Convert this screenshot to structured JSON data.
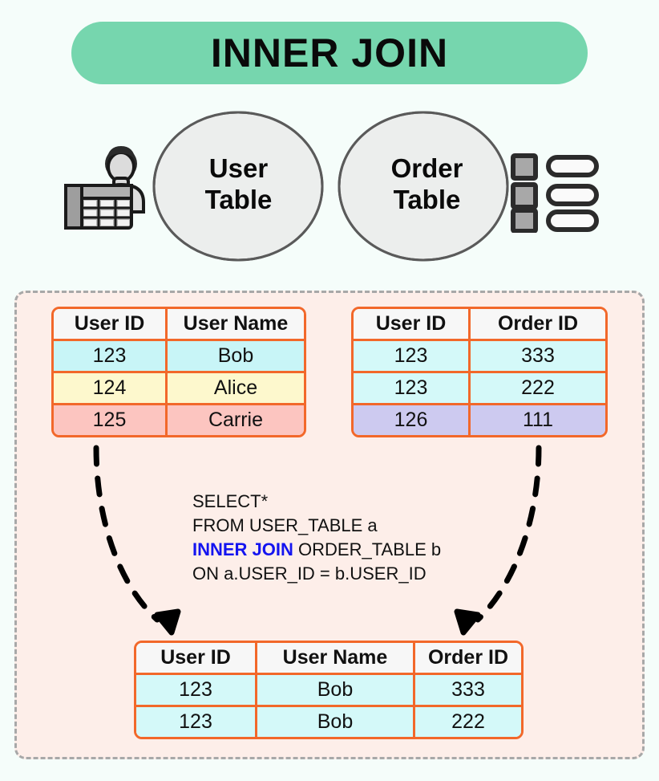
{
  "title": {
    "text": "INNER JOIN",
    "background": "#76d6ae"
  },
  "venn": {
    "left_circle_label": "User\nTable",
    "right_circle_label": "Order\nTable",
    "circle_fill": "#eceeed",
    "circle_stroke": "#5a5a5a",
    "intersection_fill": "#c97aec"
  },
  "icons": {
    "left": "user-spreadsheet-icon",
    "right": "list-icon"
  },
  "tables": {
    "user": {
      "name": "USER_TABLE",
      "headers": [
        "User ID",
        "User Name"
      ],
      "rows": [
        {
          "cells": [
            "123",
            "Bob"
          ],
          "highlight": "cyan"
        },
        {
          "cells": [
            "124",
            "Alice"
          ],
          "highlight": "yellow"
        },
        {
          "cells": [
            "125",
            "Carrie"
          ],
          "highlight": "pink"
        }
      ]
    },
    "order": {
      "name": "ORDER_TABLE",
      "headers": [
        "User ID",
        "Order ID"
      ],
      "rows": [
        {
          "cells": [
            "123",
            "333"
          ],
          "highlight": "cyan"
        },
        {
          "cells": [
            "123",
            "222"
          ],
          "highlight": "cyan"
        },
        {
          "cells": [
            "126",
            "111"
          ],
          "highlight": "lavender"
        }
      ]
    },
    "result": {
      "headers": [
        "User ID",
        "User Name",
        "Order ID"
      ],
      "rows": [
        {
          "cells": [
            "123",
            "Bob",
            "333"
          ],
          "highlight": "cyan"
        },
        {
          "cells": [
            "123",
            "Bob",
            "222"
          ],
          "highlight": "cyan"
        }
      ]
    }
  },
  "sql": {
    "line1": "SELECT*",
    "line2": "FROM USER_TABLE a",
    "line3_keyword": "INNER JOIN",
    "line3_rest": " ORDER_TABLE b",
    "line4": "ON a.USER_ID = b.USER_ID",
    "keyword_color": "#1414f0"
  },
  "colors": {
    "page_background": "#f5fdfa",
    "panel_background": "#fdeee9",
    "panel_border": "#a8a8a8",
    "table_border": "#f2682a",
    "cyan": "#c8f5f7",
    "yellow": "#fdf8cd",
    "pink": "#fcc5c0",
    "lavender": "#cdcaf0",
    "arrow": "#000000"
  }
}
